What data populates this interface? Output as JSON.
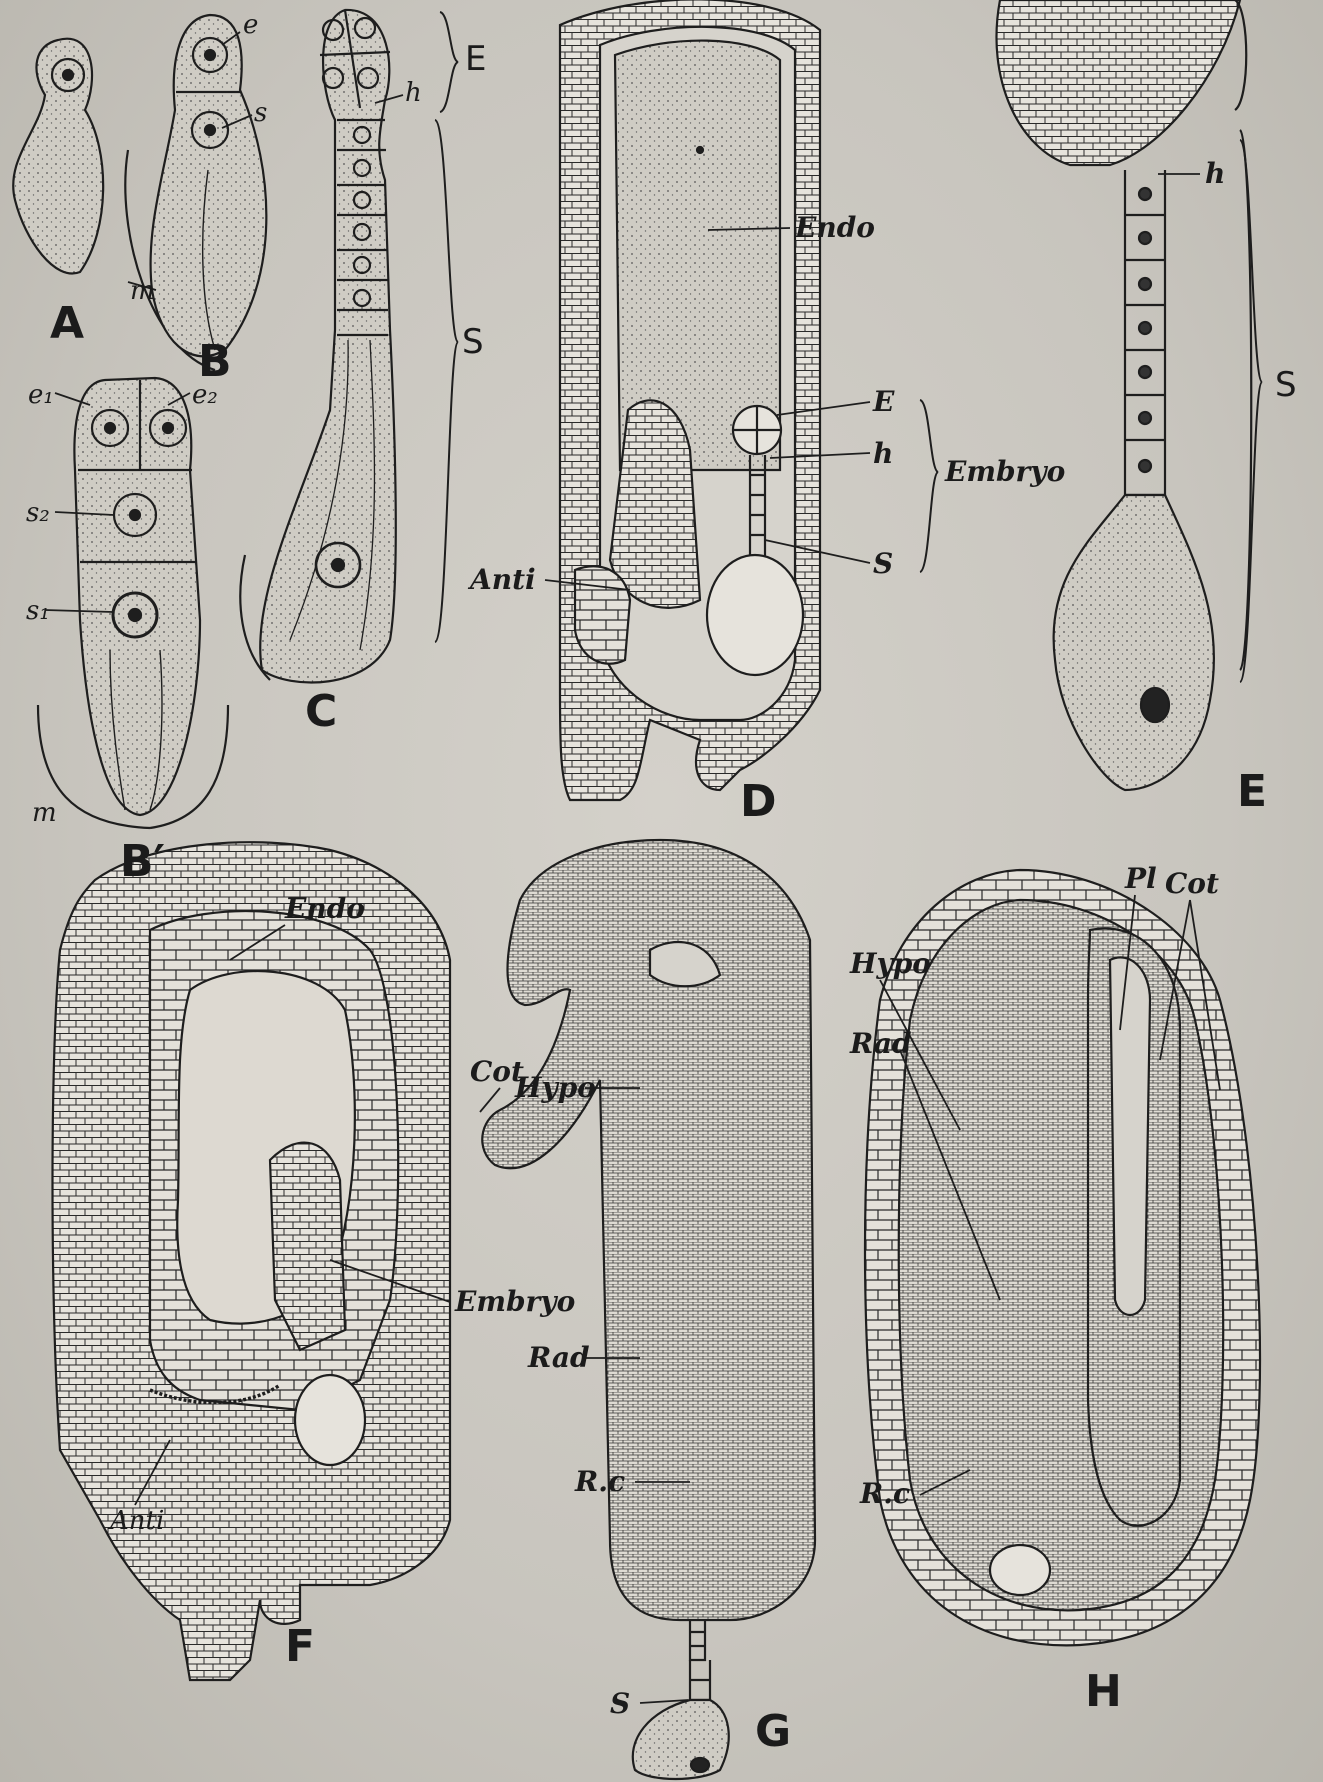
{
  "panels": [
    "A",
    "B",
    "B′",
    "C",
    "D",
    "E",
    "F",
    "G",
    "H"
  ],
  "labels": {
    "b_e": "e",
    "b_s": "s",
    "b_m": "m",
    "b1_e1": "e₁",
    "b1_e2": "e₂",
    "b1_s2": "s₂",
    "b1_s1": "s₁",
    "b1_m": "m",
    "c_E": "E",
    "c_h": "h",
    "c_S": "S",
    "d_endo": "Endo",
    "d_E": "E",
    "d_h": "h",
    "d_embryo": "Embryo",
    "d_S": "S",
    "d_anti": "Anti",
    "e_h": "h",
    "e_S": "S",
    "f_endo": "Endo",
    "f_embryo": "Embryo",
    "f_anti": "Anti",
    "g_cot": "Cot",
    "g_hypo": "Hypo",
    "g_rad": "Rad",
    "g_rc": "R.c",
    "g_s": "S",
    "h_pl": "Pl",
    "h_cot": "Cot",
    "h_hypo": "Hypo",
    "h_rad": "Rad",
    "h_rc": "R.c"
  }
}
